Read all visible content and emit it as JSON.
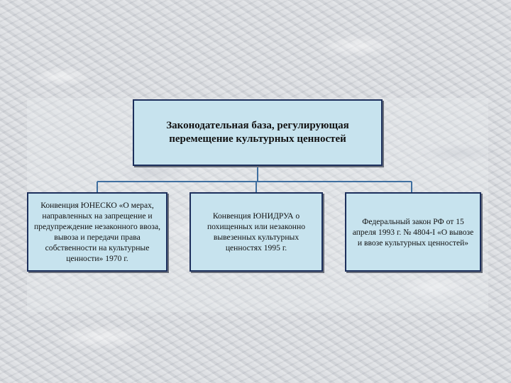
{
  "diagram": {
    "root": {
      "text": "Законодательная база, регулирующая перемещение культурных ценностей"
    },
    "children": [
      {
        "text": "Конвенция ЮНЕСКО «О мерах, направленных на запрещение и предупреждение незаконного ввоза, вывоза и передачи права собственности на культурные ценности» 1970 г."
      },
      {
        "text": "Конвенция ЮНИДРУА о похищенных или незаконно вывезенных культурных ценностях 1995 г."
      },
      {
        "text": "Федеральный закон РФ от 15 апреля 1993 г. № 4804-I «О вывозе и ввозе культурных ценностей»"
      }
    ],
    "colors": {
      "box_fill": "#c7e3ee",
      "box_border": "#1c2f5c",
      "connector": "#3f6fa0"
    }
  }
}
